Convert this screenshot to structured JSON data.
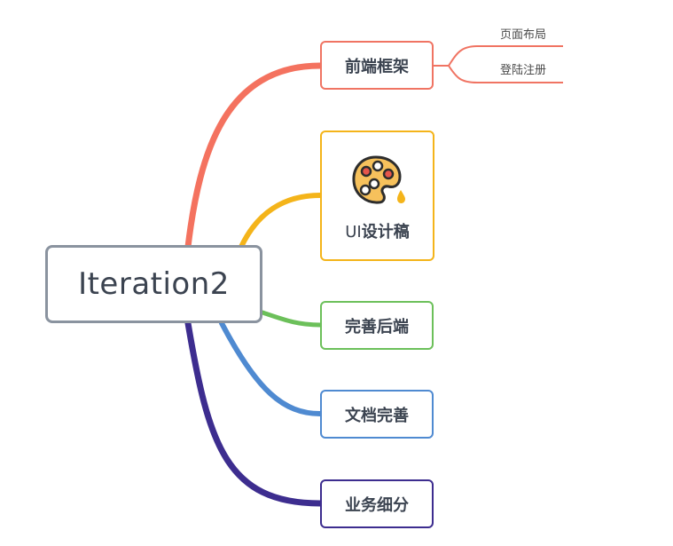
{
  "root": {
    "label": "Iteration2"
  },
  "branches": [
    {
      "key": "frontend",
      "label": "前端框架",
      "color": "#f07463",
      "children": [
        {
          "label": "页面布局"
        },
        {
          "label": "登陆注册"
        }
      ]
    },
    {
      "key": "ui",
      "label_prefix": "UI",
      "label_suffix": "设计稿",
      "color": "#f4b41a",
      "icon": "palette-icon"
    },
    {
      "key": "backend",
      "label": "完善后端",
      "color": "#6cc05a"
    },
    {
      "key": "docs",
      "label": "文档完善",
      "color": "#4f8ad1"
    },
    {
      "key": "biz",
      "label": "业务细分",
      "color": "#3d2d8f"
    }
  ],
  "root_border_color": "#8a939f"
}
